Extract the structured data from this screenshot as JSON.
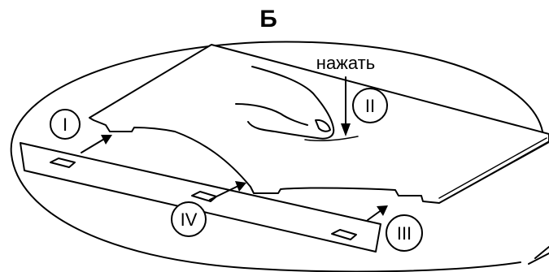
{
  "title": "Б",
  "press_label": "нажать",
  "steps": {
    "one": "I",
    "two": "II",
    "three": "III",
    "four": "IV"
  }
}
